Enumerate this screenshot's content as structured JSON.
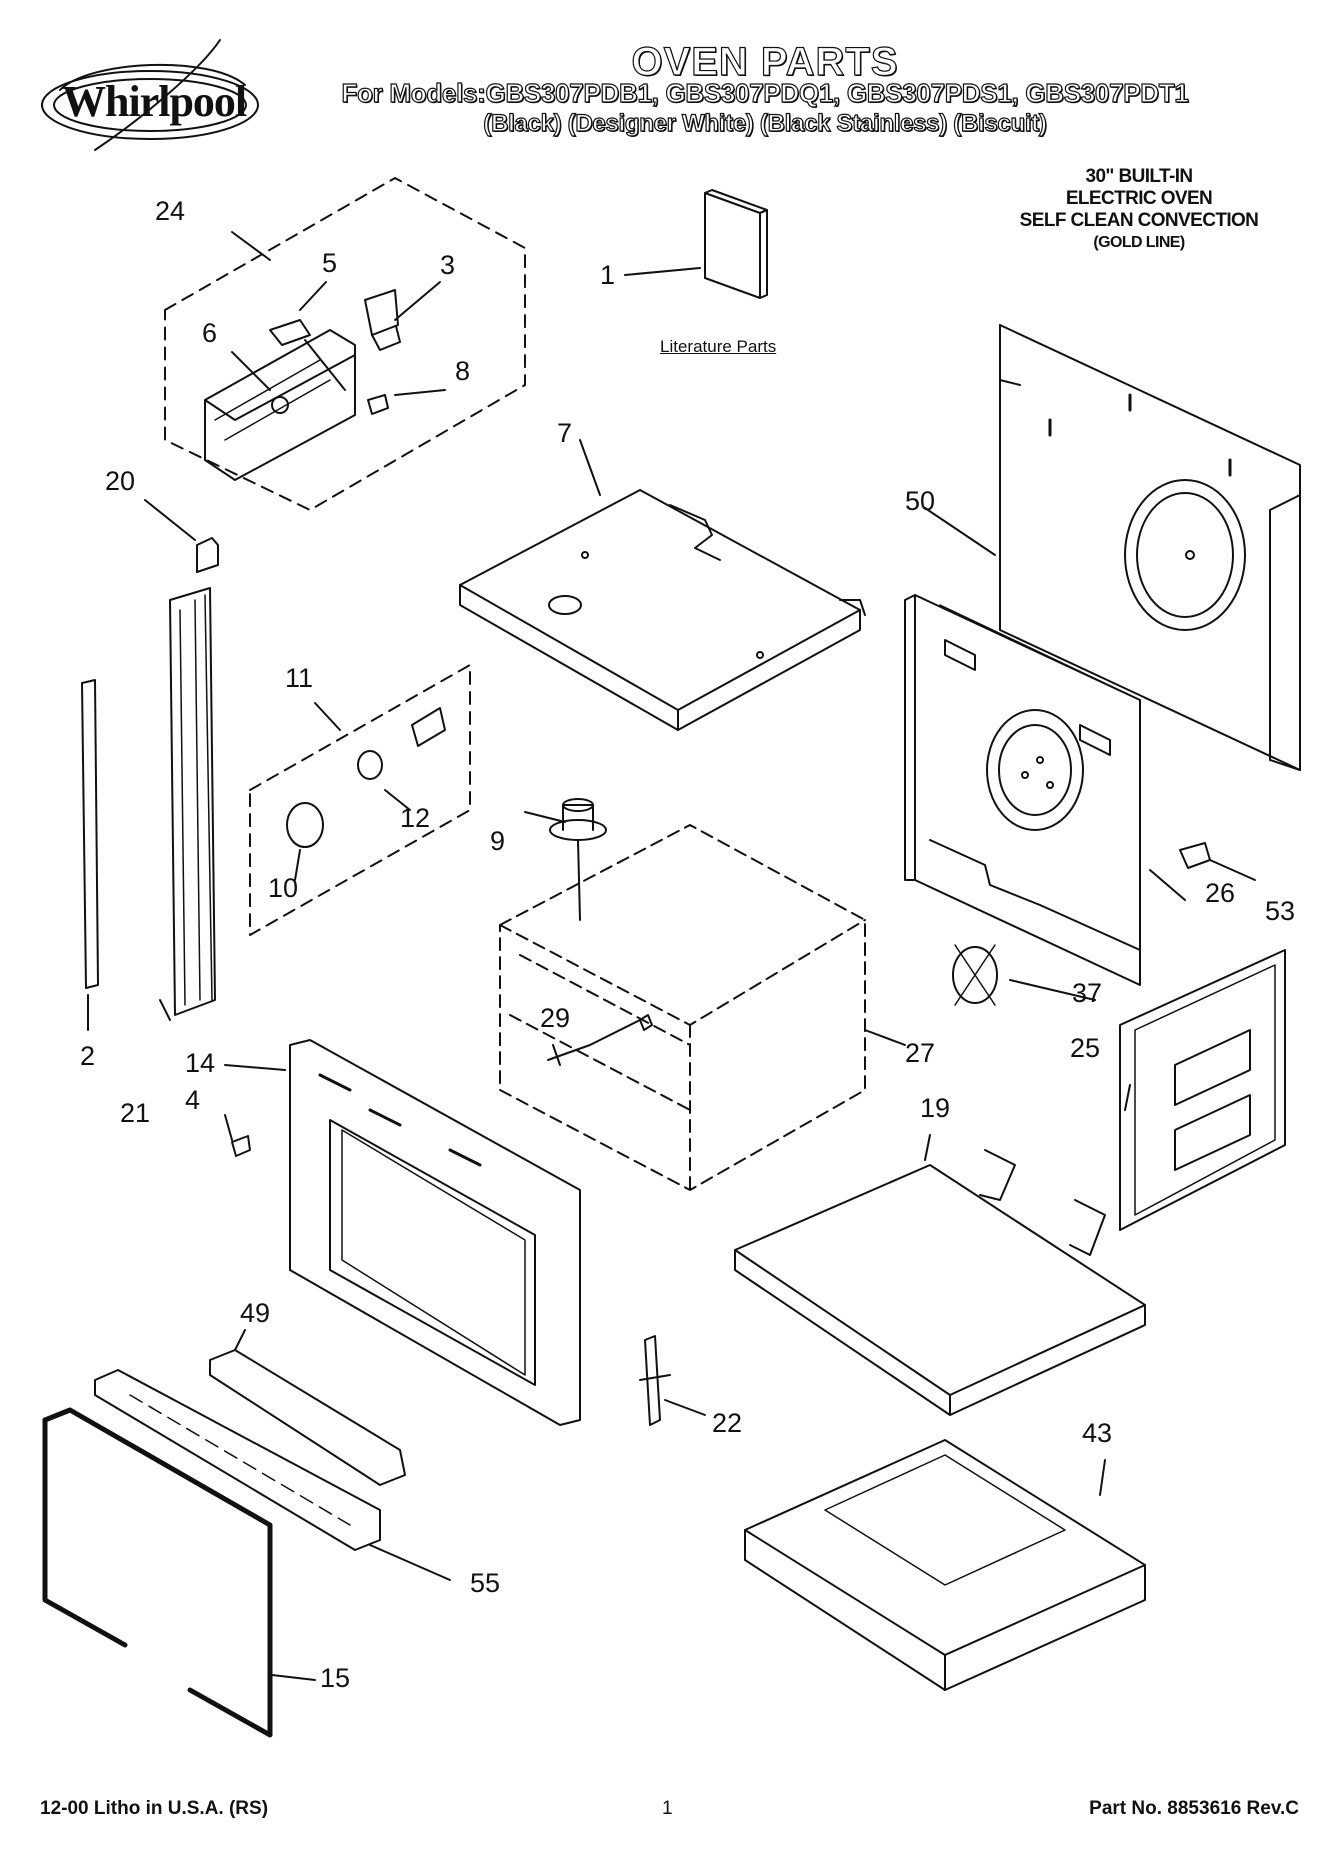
{
  "brand": {
    "logo_text": "Whirlpool",
    "logo_icon": "whirlpool-swirl-icon"
  },
  "header": {
    "title": "OVEN PARTS",
    "models_line": "For Models:GBS307PDB1, GBS307PDQ1, GBS307PDS1, GBS307PDT1",
    "variants_line": "(Black)      (Designer White) (Black Stainless)  (Biscuit)"
  },
  "product": {
    "line1": "30\" BUILT-IN",
    "line2": "ELECTRIC OVEN",
    "line3": "SELF CLEAN CONVECTION",
    "line4": "(GOLD LINE)"
  },
  "literature_label": "Literature Parts",
  "callouts": {
    "c1": "1",
    "c2": "2",
    "c3": "3",
    "c4": "4",
    "c5": "5",
    "c6": "6",
    "c7": "7",
    "c8": "8",
    "c9": "9",
    "c10": "10",
    "c11": "11",
    "c12": "12",
    "c14": "14",
    "c15": "15",
    "c19": "19",
    "c20": "20",
    "c21": "21",
    "c22": "22",
    "c24": "24",
    "c25": "25",
    "c26": "26",
    "c27": "27",
    "c29": "29",
    "c37": "37",
    "c43": "43",
    "c49": "49",
    "c50": "50",
    "c53": "53",
    "c55": "55"
  },
  "footer": {
    "left": "12-00 Litho in U.S.A. (RS)",
    "page": "1",
    "right": "Part No. 8853616 Rev.C"
  },
  "colors": {
    "ink": "#111111",
    "background": "#ffffff"
  }
}
